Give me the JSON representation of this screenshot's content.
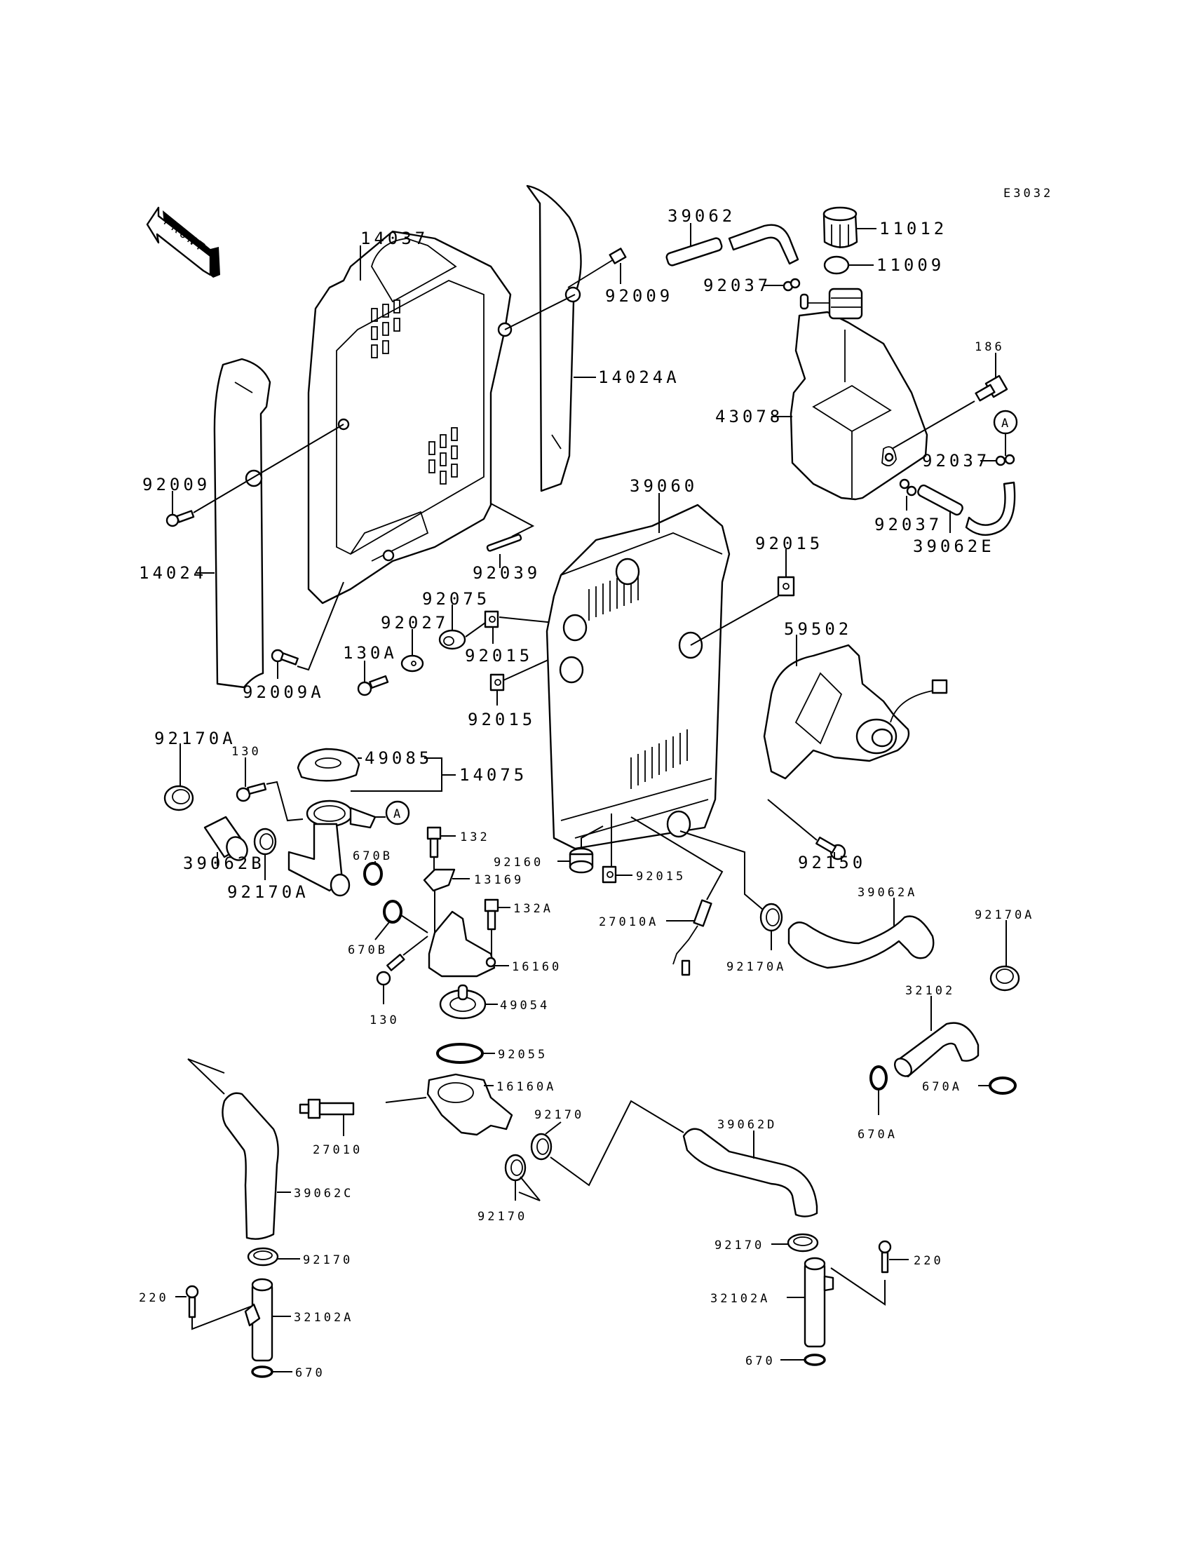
{
  "diagram": {
    "code": "E3032",
    "front_label": "FRONT",
    "reference_marker": "A",
    "colors": {
      "ink": "#000000",
      "paper": "#ffffff"
    },
    "labels": {
      "p14037": "14037",
      "p39062": "39062",
      "p11012": "11012",
      "p11009": "11009",
      "p92009_top": "92009",
      "p92037_top": "92037",
      "p14024A": "14024A",
      "p186": "186",
      "p43078": "43078",
      "p92037_right": "92037",
      "p92009_left": "92009",
      "p39060": "39060",
      "p92037_low": "92037",
      "p39062E": "39062E",
      "p92015_right": "92015",
      "p14024": "14024",
      "p92039": "92039",
      "p92075": "92075",
      "p92027": "92027",
      "p59502": "59502",
      "p92015_mid": "92015",
      "p130A": "130A",
      "p92009A": "92009A",
      "p92015_mid2": "92015",
      "p92170A_tl": "92170A",
      "p130_top": "130",
      "p49085": "49085",
      "p14075": "14075",
      "p132": "132",
      "p39062B": "39062B",
      "p92160": "92160",
      "p92150": "92150",
      "p670B_top": "670B",
      "p13169": "13169",
      "p92015_low": "92015",
      "p92170A_bl": "92170A",
      "p39062A": "39062A",
      "p92170A_right": "92170A",
      "p132A": "132A",
      "p27010A": "27010A",
      "p670B_low": "670B",
      "p92170A_rad": "92170A",
      "p16160": "16160",
      "p32102": "32102",
      "p130_low": "130",
      "p49054": "49054",
      "p92055": "92055",
      "p670A_right": "670A",
      "p16160A": "16160A",
      "p92170_mid": "92170",
      "p39062D": "39062D",
      "p670A_low": "670A",
      "p27010": "27010",
      "p39062C": "39062C",
      "p92170_midlow": "92170",
      "p92170_right": "92170",
      "p92170_left": "92170",
      "p220_right": "220",
      "p220_left": "220",
      "p32102A_right": "32102A",
      "p32102A_left": "32102A",
      "p670_right": "670",
      "p670_left": "670"
    }
  }
}
